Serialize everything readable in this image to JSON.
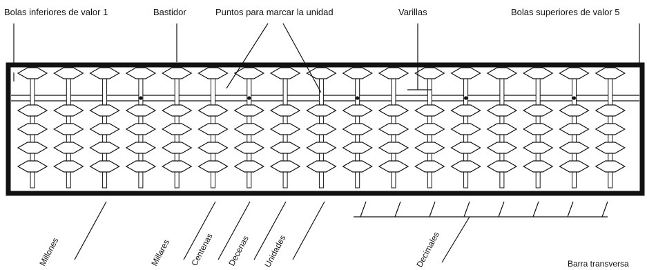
{
  "labels": {
    "top": {
      "lower_beads": "Bolas inferiores de valor 1",
      "frame": "Bastidor",
      "unit_points": "Puntos para marcar la unidad",
      "rods": "Varillas",
      "upper_beads": "Bolas superiores de valor 5"
    },
    "bottom": {
      "millions": "Millones",
      "thousands": "Millares",
      "hundreds": "Centenas",
      "tens": "Decenas",
      "units": "Unidades",
      "decimals": "Decimales",
      "crossbar": "Barra transversa"
    }
  },
  "abacus": {
    "rods": 17,
    "upper_beads_per_rod": 1,
    "lower_beads_per_rod": 4,
    "unit_dot_rods": [
      3,
      6,
      9,
      12,
      15
    ]
  },
  "colors": {
    "ink": "#111111",
    "background": "#ffffff"
  }
}
